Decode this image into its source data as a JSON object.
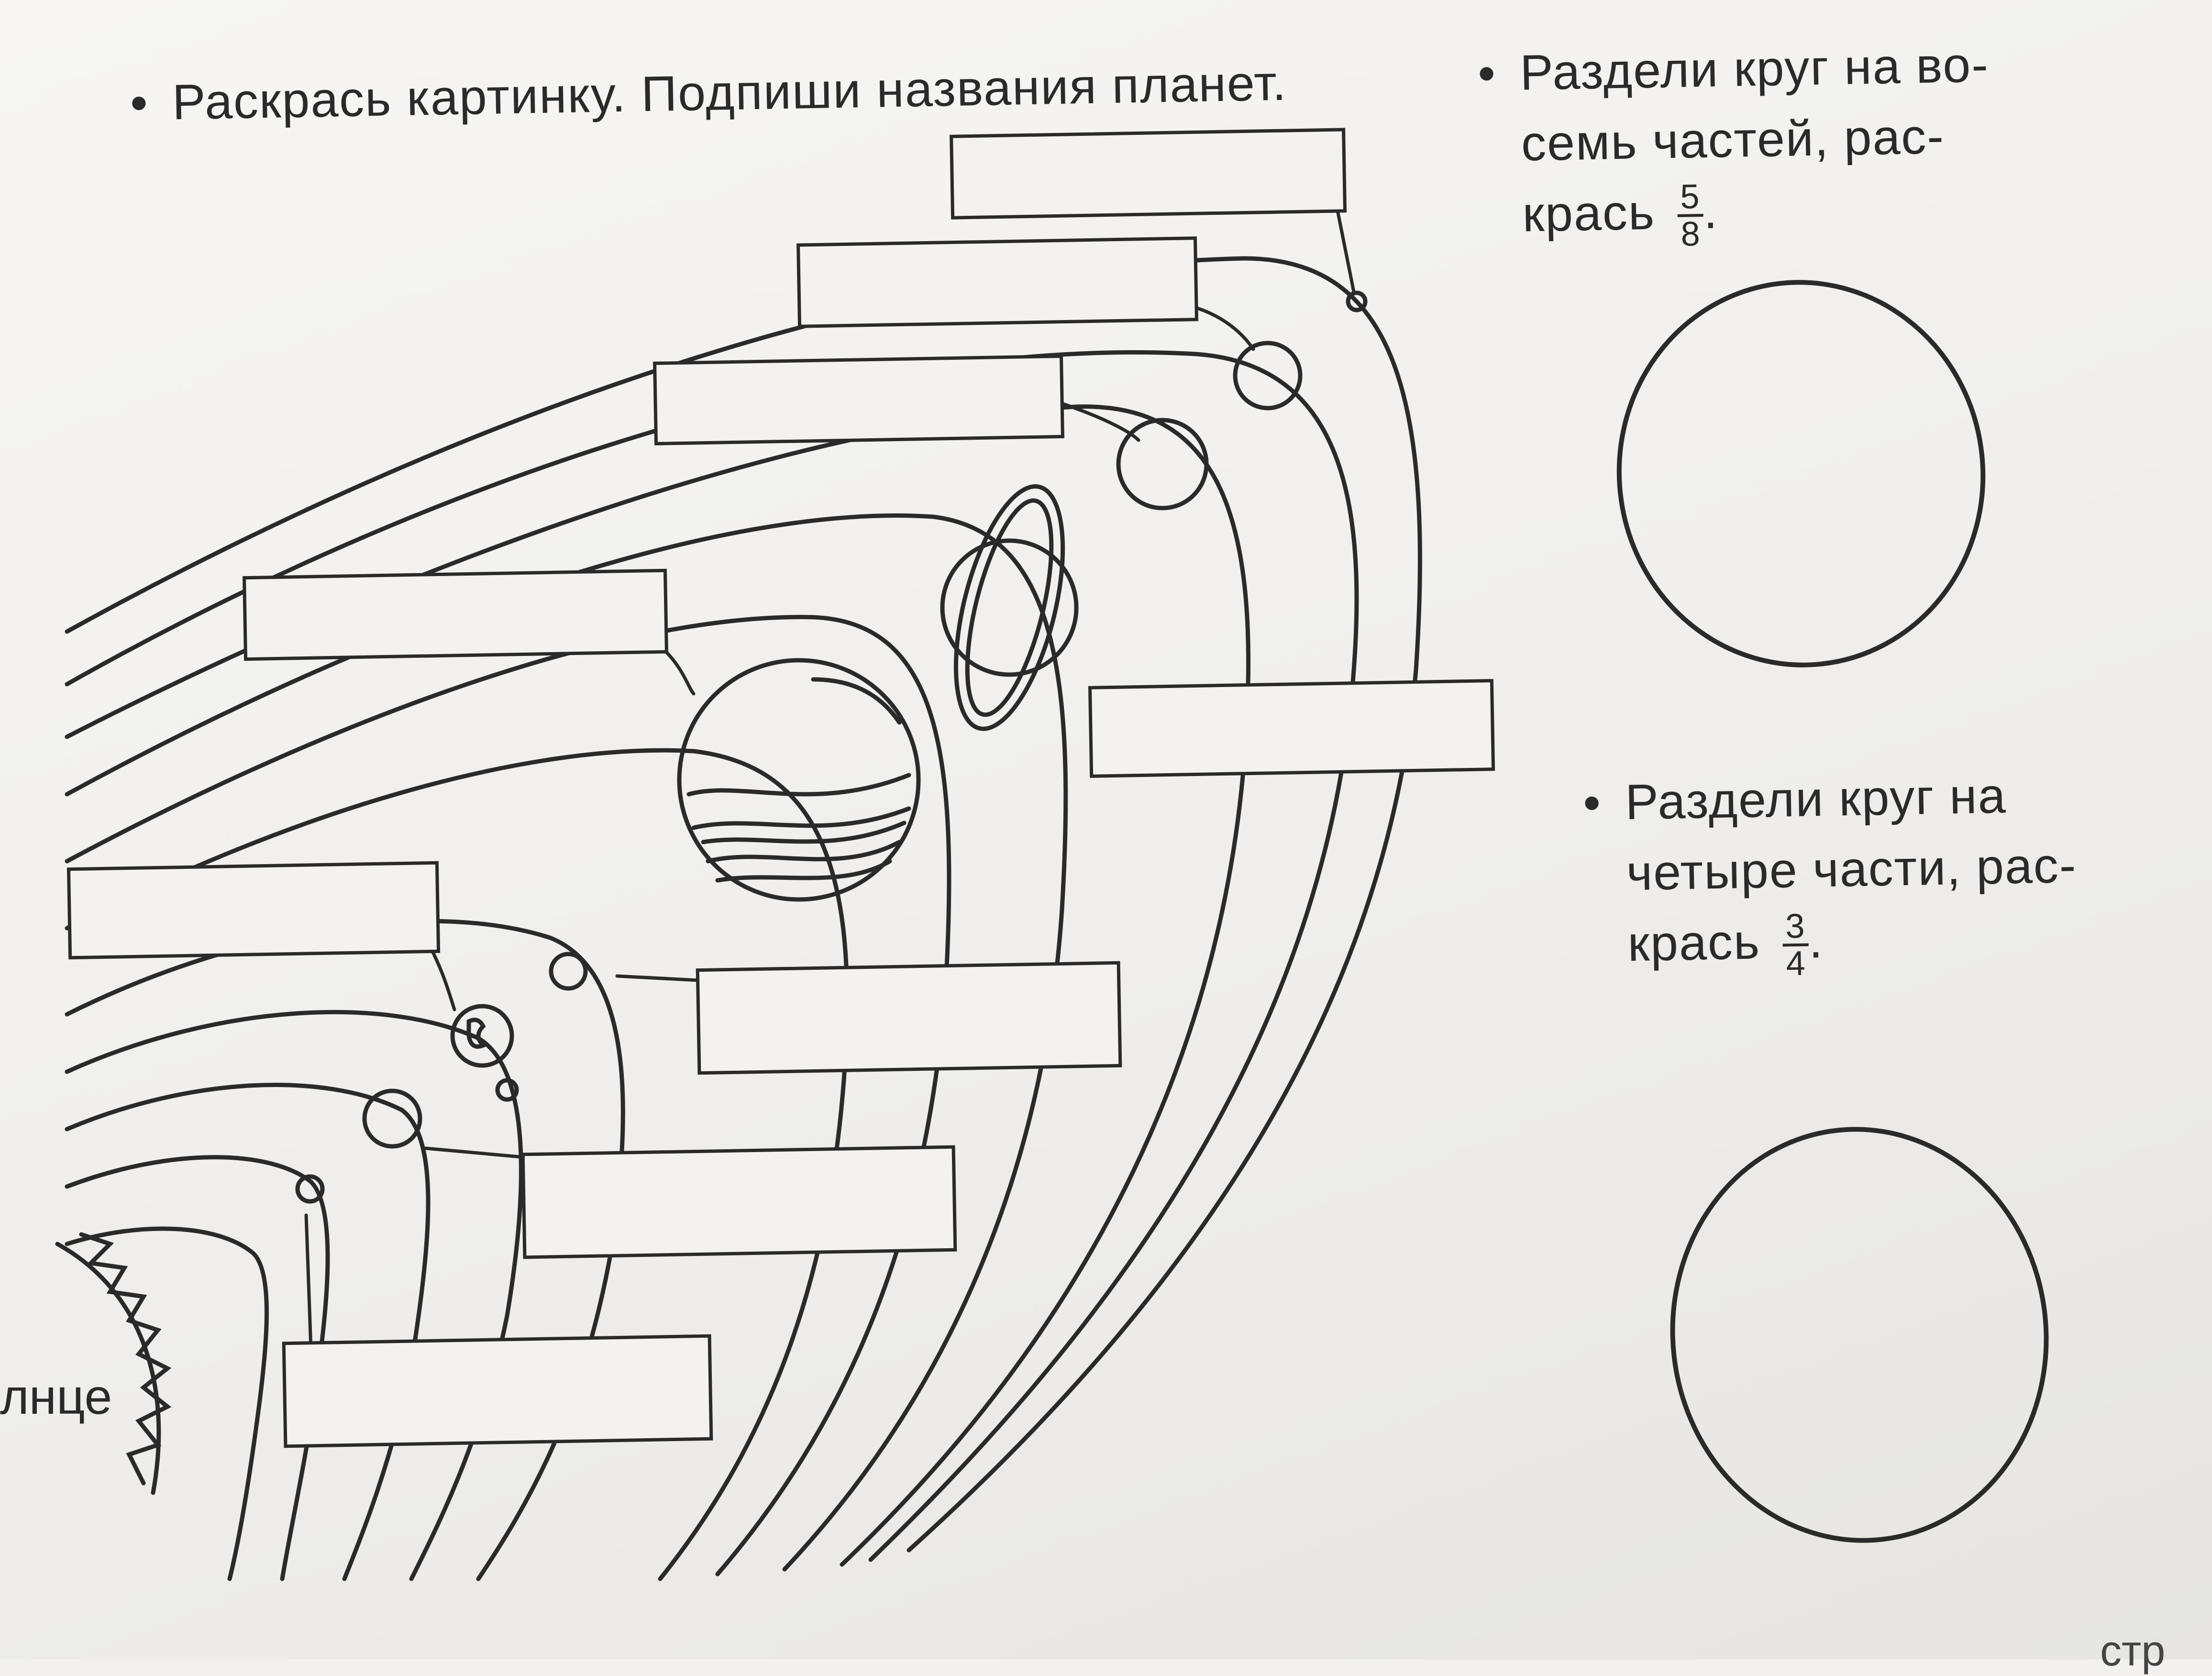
{
  "task_planets": {
    "bullet": "•",
    "text": "Раскрась картинку. Подпиши названия планет."
  },
  "task_eighths": {
    "bullet": "•",
    "lines": [
      "Раздели круг на во-",
      "семь частей, рас-",
      "крась"
    ],
    "fraction": {
      "numerator": "5",
      "denominator": "8"
    },
    "suffix": "."
  },
  "task_quarters": {
    "bullet": "•",
    "lines": [
      "Раздели круг на",
      "четыре части, рас-",
      "крась"
    ],
    "fraction": {
      "numerator": "3",
      "denominator": "4"
    },
    "suffix": "."
  },
  "sun_label": "лнце",
  "page_ref": "стр",
  "label_boxes_count_note": "",
  "colors": {
    "ink": "#2a2a2a",
    "paper": "#f2f1ef"
  }
}
